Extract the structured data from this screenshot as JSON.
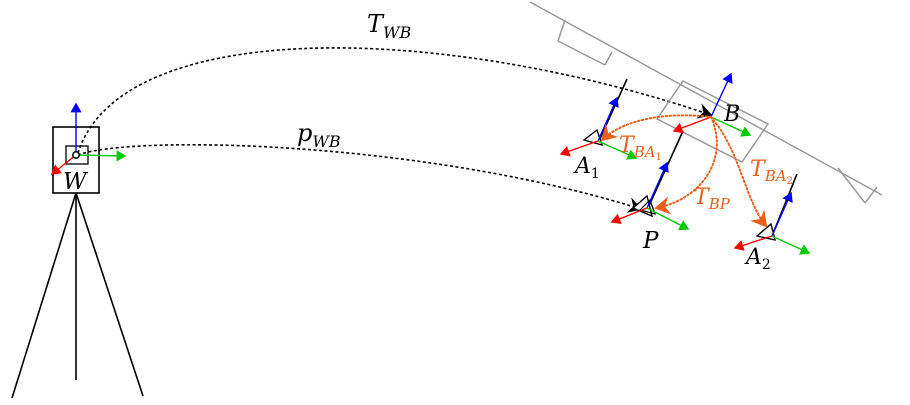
{
  "colors": {
    "x_axis": "#ff0000",
    "y_axis": "#00cc00",
    "z_axis": "#0000ff",
    "transform_world": "#000000",
    "transform_body": "#e8601c",
    "drone_outline": "#999999"
  },
  "labels": {
    "T_WB": {
      "main": "T",
      "sub": "WB"
    },
    "p_WB": {
      "main": "p",
      "sub": "WB"
    },
    "W": "W",
    "B": "B",
    "A1": {
      "main": "A",
      "sub": "1"
    },
    "A2": {
      "main": "A",
      "sub": "2"
    },
    "P": "P",
    "T_BA1": {
      "main": "T",
      "sub": "BA",
      "subsub": "1"
    },
    "T_BA2": {
      "main": "T",
      "sub": "BA",
      "subsub": "2"
    },
    "T_BP": {
      "main": "T",
      "sub": "BP"
    }
  }
}
